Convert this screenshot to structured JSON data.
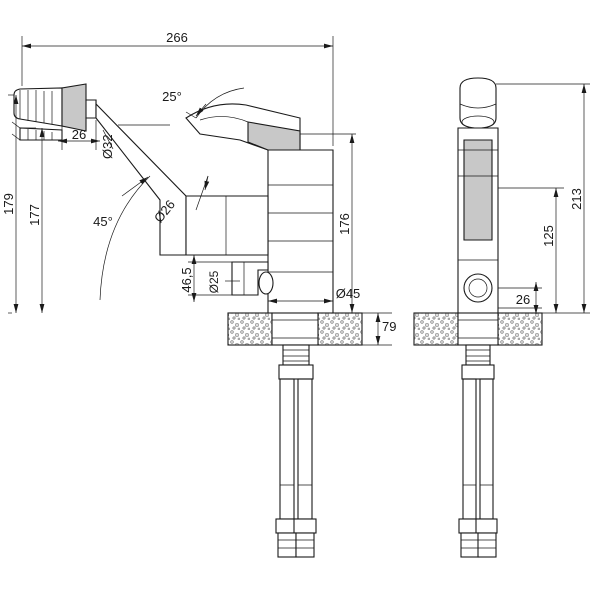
{
  "drawing": {
    "title": "Kitchen mixer tap technical dimension drawing",
    "views": [
      {
        "name": "front-view",
        "label": ""
      },
      {
        "name": "side-view",
        "label": ""
      }
    ],
    "units": "mm",
    "line_color": "#1a1a1a",
    "background_color": "#ffffff"
  },
  "dimensions": {
    "overall_width": "266",
    "spout_small_width": "26",
    "spout_diameter": "Ø32",
    "swivel_angle_upper": "25°",
    "swivel_angle_lower": "45°",
    "arm_diameter": "Ø26",
    "total_height_left": "179",
    "height_secondary": "177",
    "body_height": "176",
    "aerator_height": "46,5",
    "aerator_diameter": "Ø25",
    "base_diameter": "Ø45",
    "base_depth": "79",
    "side_total_height": "213",
    "side_body_height": "125",
    "side_lever_offset": "26"
  },
  "labels": {
    "d_266": "266",
    "d_26_top": "26",
    "d_d32": "Ø32",
    "d_25deg": "25°",
    "d_45deg": "45°",
    "d_d26": "Ø26",
    "d_179": "179",
    "d_177": "177",
    "d_176": "176",
    "d_465": "46,5",
    "d_d25": "Ø25",
    "d_d45": "Ø45",
    "d_79": "79",
    "d_213": "213",
    "d_125": "125",
    "d_26_side": "26"
  }
}
